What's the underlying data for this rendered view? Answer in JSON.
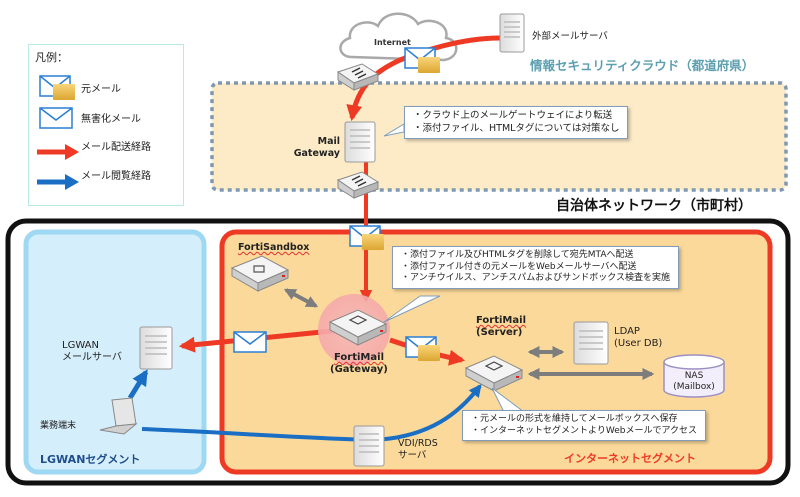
{
  "legend": {
    "title": "凡例：",
    "items": [
      {
        "icon": "envelope-with-folder-icon",
        "label": "元メール"
      },
      {
        "icon": "envelope-icon",
        "label": "無害化メール"
      },
      {
        "icon": "red-arrow-icon",
        "label": "メール配送経路"
      },
      {
        "icon": "blue-arrow-icon",
        "label": "メール閲覧経路"
      }
    ]
  },
  "cloud": {
    "internet_label": "Internet",
    "external_server_label": "外部メールサーバ",
    "zone_title": "情報セキュリティクラウド（都道府県）",
    "mail_gateway_label_line1": "Mail",
    "mail_gateway_label_line2": "Gateway",
    "callout": [
      "・クラウド上のメールゲートウェイにより転送",
      "・添付ファイル、HTMLタグについては対策なし"
    ]
  },
  "municipal": {
    "title": "自治体ネットワーク（市町村）",
    "lgwan_segment": {
      "title": "LGWANセグメント",
      "server_label_line1": "LGWAN",
      "server_label_line2": "メールサーバ",
      "terminal_label": "業務端末"
    },
    "internet_segment": {
      "title": "インターネットセグメント",
      "sandbox_label": "FortiSandbox",
      "gateway_label_line1": "FortiMail",
      "gateway_label_line2": "(Gateway)",
      "server_label_line1": "FortiMail",
      "server_label_line2": "(Server)",
      "ldap_label_line1": "LDAP",
      "ldap_label_line2": "(User DB)",
      "nas_label_line1": "NAS",
      "nas_label_line2": "(Mailbox)",
      "vdi_label_line1": "VDI/RDS",
      "vdi_label_line2": "サーバ",
      "gateway_callout": [
        "・添付ファイル及びHTMLタグを削除して宛先MTAへ配送",
        "・添付ファイル付きの元メールをWebメールサーバへ配送",
        "・アンチウイルス、アンチスパムおよびサンドボックス検査を実施"
      ],
      "server_callout": [
        "・元メールの形式を維持してメールボックスへ保存",
        "・インターネットセグメントよりWebメールでアクセス"
      ]
    }
  },
  "colors": {
    "delivery_route": "#ee3a24",
    "browse_route": "#1a6fc4",
    "cloud_zone_fill": "#fdebc8",
    "cloud_zone_border": "#7f97b2",
    "internet_segment_fill": "#fbd99a",
    "lgwan_segment_fill": "#d5eefb",
    "zone_title_color": "#5c9fb0"
  }
}
